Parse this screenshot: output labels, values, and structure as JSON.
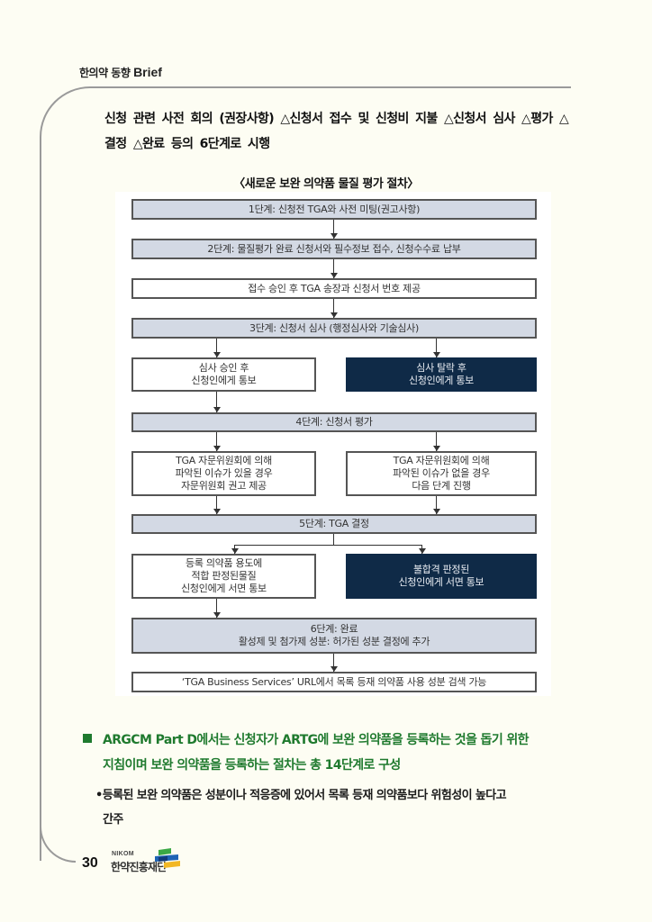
{
  "header": {
    "title_ko": "한의약 동향 ",
    "title_en": "Brief"
  },
  "intro": {
    "text": "신청 관련 사전 회의 (권장사항) △신청서 접수 및 신청비 지불 △신청서 심사 △평가 △결정 △완료 등의 6단계로 시행"
  },
  "chart": {
    "caption": "〈새로운 보완 의약품 물질 평가 절차〉",
    "stage1": "1단계: 신청전 TGA와 사전 미팅(권고사항)",
    "stage2": "2단계: 물질평가 완료 신청서와 필수정보 접수, 신청수수료 납부",
    "receipt": "접수 승인 후 TGA 송장과 신청서 번호 제공",
    "stage3": "3단계: 신청서 심사 (행정심사와 기술심사)",
    "review_pass_line1": "심사 승인 후",
    "review_pass_line2": "신청인에게 통보",
    "review_fail_line1": "심사 탈락 후",
    "review_fail_line2": "신청인에게 통보",
    "stage4": "4단계: 신청서 평가",
    "issue_yes_line1": "TGA 자문위원회에 의해",
    "issue_yes_line2": "파악된 이슈가 있을 경우",
    "issue_yes_line3": "자문위원회 권고 제공",
    "issue_no_line1": "TGA 자문위원회에 의해",
    "issue_no_line2": "파악된 이슈가 없을 경우",
    "issue_no_line3": "다음 단계 진행",
    "stage5": "5단계: TGA 결정",
    "approved_line1": "등록 의약품 용도에",
    "approved_line2": "적합 판정된물질",
    "approved_line3": "신청인에게 서면 통보",
    "rejected_line1": "불합격 판정된",
    "rejected_line2": "신청인에게 서면 통보",
    "stage6_line1": "6단계: 완료",
    "stage6_line2": "활성제 및 첨가제 성분: 허가된 성분 결정에 추가",
    "final": "‘TGA Business Services’ URL에서 목록 등재 의약품 사용 성분 검색 가능"
  },
  "section": {
    "line1": "ARGCM Part D에서는 신청자가 ARTG에 보완 의약품을 등록하는 것을 돕기 위한",
    "line2": "지침이며 보완 의약품을 등록하는 절차는 총 14단계로 구성"
  },
  "bullet": {
    "marker": "•",
    "line1": "등록된 보완 의약품은 성분이나 적응증에 있어서 목록 등재 의약품보다 위험성이 높다고",
    "line2": "간주"
  },
  "footer": {
    "page_number": "30",
    "logo_en": "NIKOM",
    "logo_ko": "한약진흥재단"
  },
  "colors": {
    "stage_fill": "#d3d9e4",
    "dark_fill": "#0f2a47",
    "section_green": "#1f7a2e",
    "page_bg": "#fdfdf3"
  }
}
